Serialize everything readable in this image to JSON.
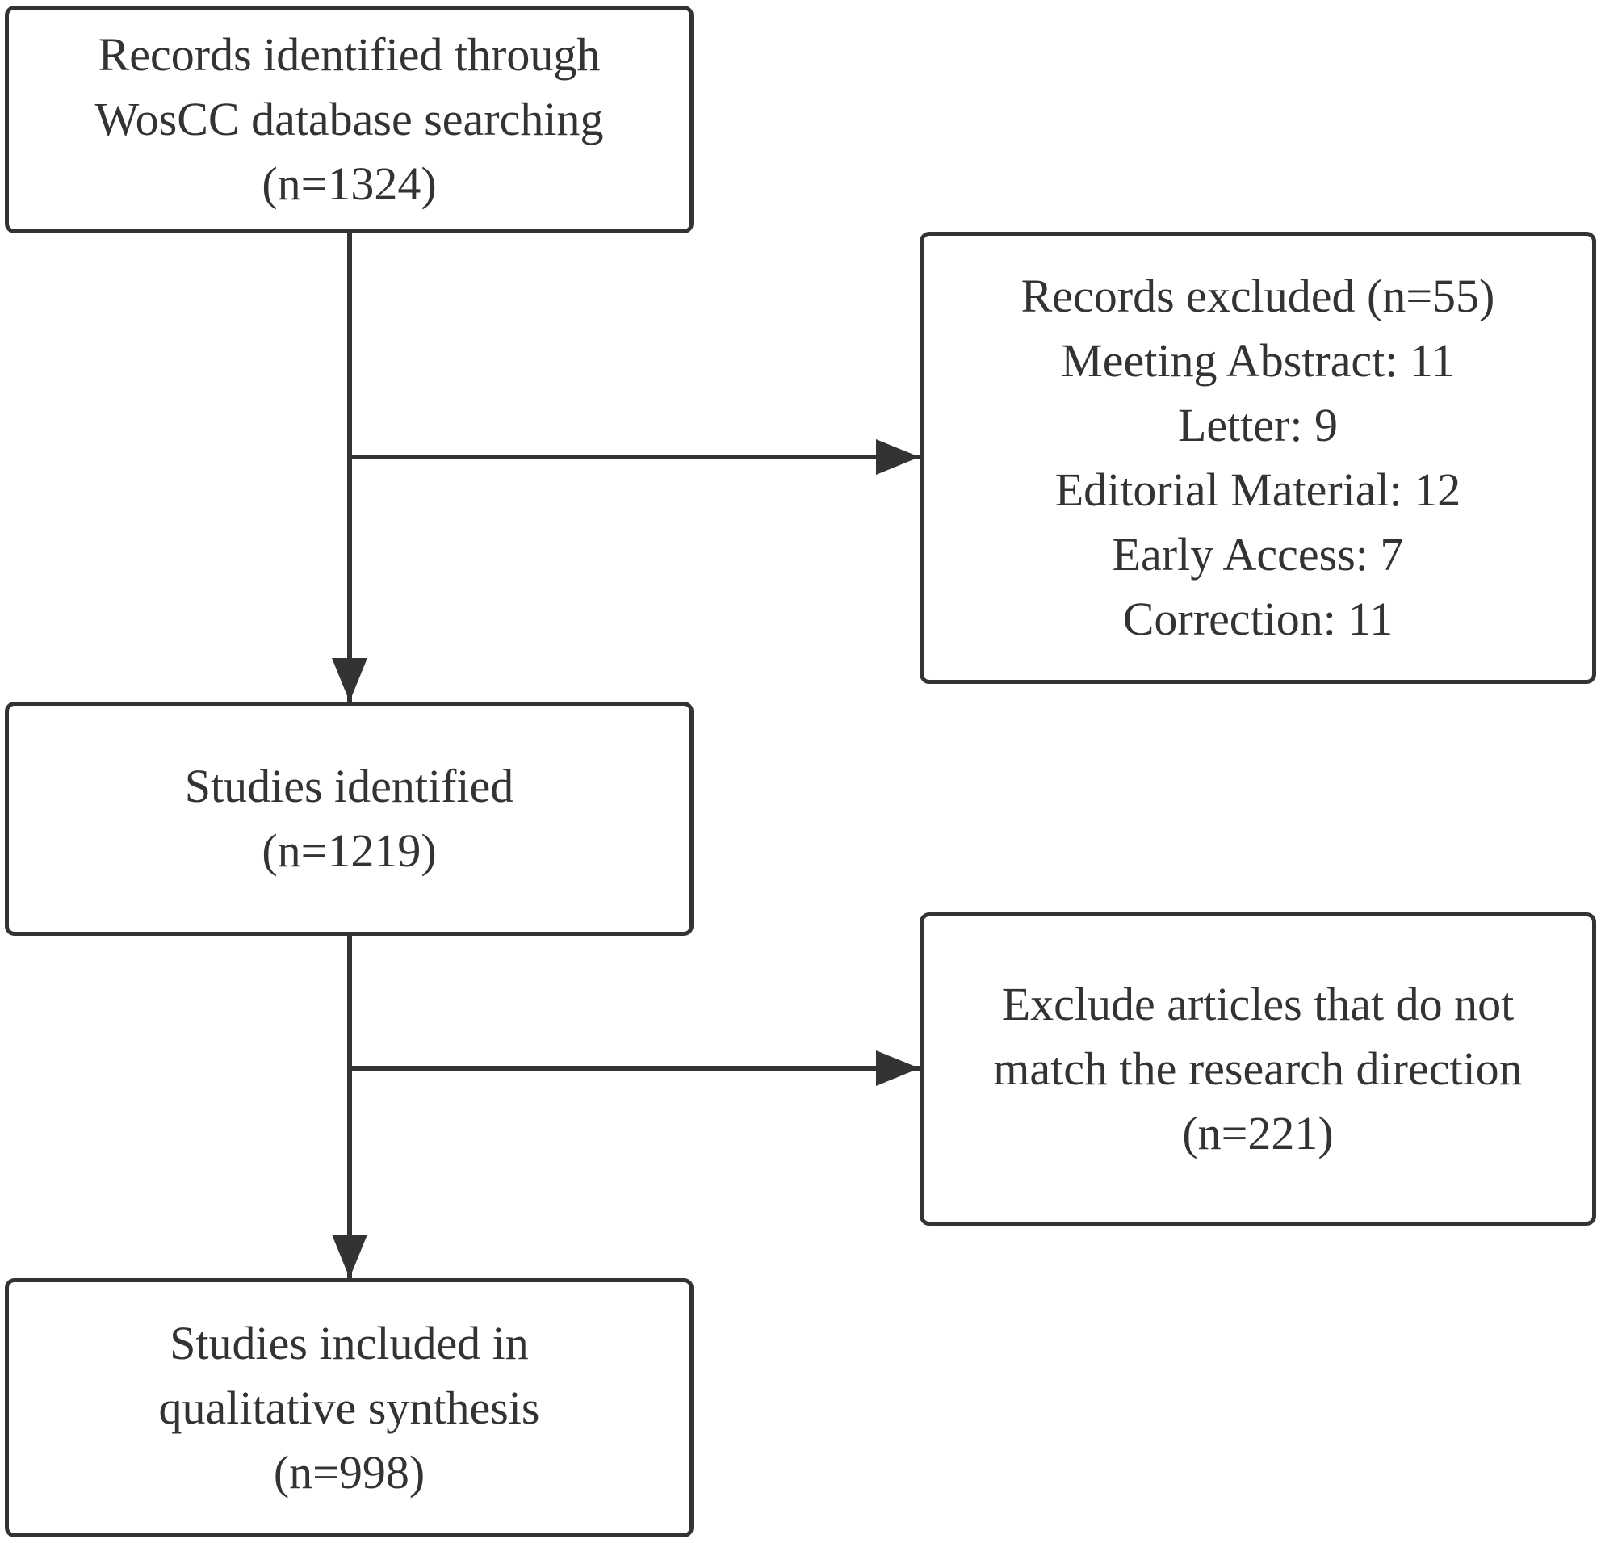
{
  "nodes": {
    "records_identified": {
      "lines": [
        "Records identified through",
        "WosCC database searching",
        "(n=1324)"
      ]
    },
    "records_excluded": {
      "lines": [
        "Records excluded (n=55)",
        "Meeting Abstract: 11",
        "Letter: 9",
        "Editorial Material: 12",
        "Early Access: 7",
        "Correction: 11"
      ]
    },
    "studies_identified": {
      "lines": [
        "Studies identified",
        "(n=1219)"
      ]
    },
    "exclude_articles": {
      "lines": [
        "Exclude articles that do not",
        "match the research direction",
        "(n=221)"
      ]
    },
    "studies_included": {
      "lines": [
        "Studies included in",
        "qualitative synthesis",
        "(n=998)"
      ]
    }
  },
  "edges": [
    {
      "from": "records_identified",
      "to": "studies_identified"
    },
    {
      "from": "records_identified",
      "to": "records_excluded"
    },
    {
      "from": "studies_identified",
      "to": "studies_included"
    },
    {
      "from": "studies_identified",
      "to": "exclude_articles"
    }
  ],
  "colors": {
    "stroke": "#333333",
    "text": "#333333",
    "background": "#ffffff"
  }
}
